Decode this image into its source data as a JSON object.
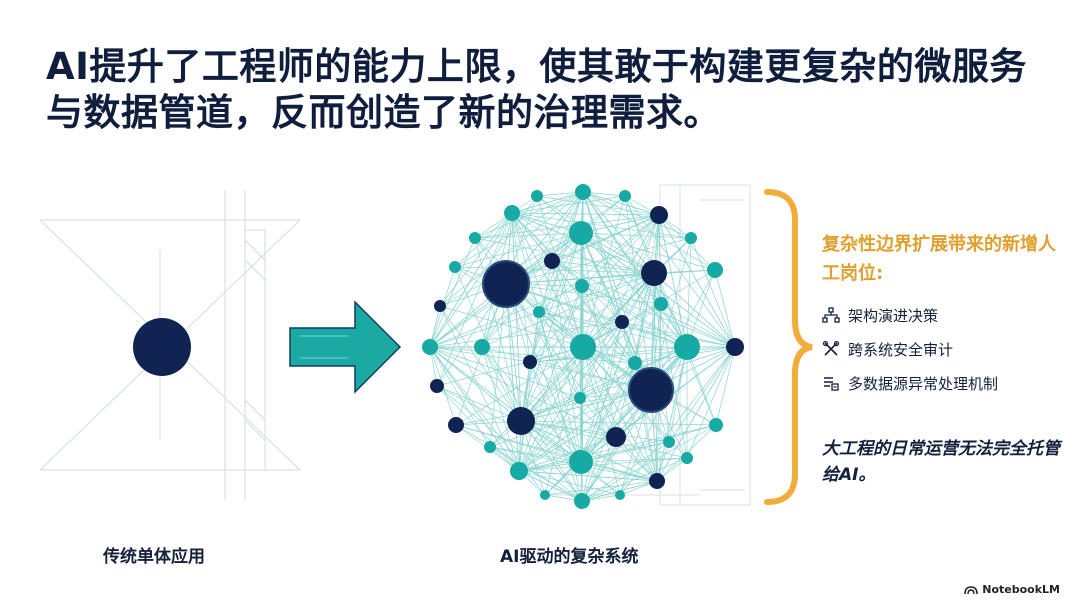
{
  "title": "AI提升了工程师的能力上限，使其敢于构建更复杂的微服务与数据管道，反而创造了新的治理需求。",
  "labels": {
    "left": "传统单体应用",
    "middle": "AI驱动的复杂系统"
  },
  "sidebar": {
    "heading": "复杂性边界扩展带来的新增人工岗位:",
    "items": [
      {
        "icon": "hierarchy-icon",
        "label": "架构演进决策"
      },
      {
        "icon": "tools-icon",
        "label": "跨系统安全审计"
      },
      {
        "icon": "data-list-icon",
        "label": "多数据源异常处理机制"
      }
    ],
    "note": "大工程的日常运营无法完全托管给AI。"
  },
  "branding": {
    "name": "NotebookLM",
    "icon": "notebooklm-icon"
  },
  "colors": {
    "navy": "#0f2452",
    "teal": "#17a9a3",
    "accent": "#f0ad3c"
  }
}
